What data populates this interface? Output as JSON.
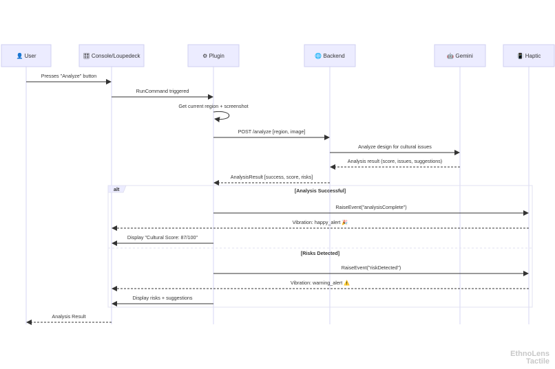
{
  "colors": {
    "actor_fill": "#ececff",
    "actor_stroke": "#cfcff0",
    "lifeline": "#d6d6f5",
    "line": "#333333",
    "alt_border": "#e0e0f0",
    "alt_label_fill": "#ececff",
    "watermark": "#c8c8c8"
  },
  "actors": [
    {
      "id": "user",
      "icon": "👤",
      "label": "User"
    },
    {
      "id": "console",
      "icon": "🎛",
      "label": "Console/Loupedeck"
    },
    {
      "id": "plugin",
      "icon": "⚙",
      "label": "Plugin"
    },
    {
      "id": "backend",
      "icon": "🌐",
      "label": "Backend"
    },
    {
      "id": "gemini",
      "icon": "🤖",
      "label": "Gemini"
    },
    {
      "id": "haptic",
      "icon": "📳",
      "label": "Haptic"
    }
  ],
  "messages": [
    {
      "id": "m1",
      "from": "user",
      "to": "console",
      "text": "Presses \"Analyze\" button",
      "dashed": false
    },
    {
      "id": "m2",
      "from": "console",
      "to": "plugin",
      "text": "RunCommand triggered",
      "dashed": false
    },
    {
      "id": "m3",
      "from": "plugin",
      "to": "plugin",
      "text": "Get current region + screenshot",
      "dashed": false,
      "self": true
    },
    {
      "id": "m4",
      "from": "plugin",
      "to": "backend",
      "text": "POST /analyze [region, image]",
      "dashed": false
    },
    {
      "id": "m5",
      "from": "backend",
      "to": "gemini",
      "text": "Analyze design for cultural issues",
      "dashed": false
    },
    {
      "id": "m6",
      "from": "gemini",
      "to": "backend",
      "text": "Analysis result (score, issues, suggestions)",
      "dashed": true
    },
    {
      "id": "m7",
      "from": "backend",
      "to": "plugin",
      "text": "AnalysisResult [success, score, risks]",
      "dashed": true
    },
    {
      "id": "m8",
      "from": "plugin",
      "to": "haptic",
      "text": "RaiseEvent(\"analysisComplete\")",
      "dashed": false
    },
    {
      "id": "m9",
      "from": "haptic",
      "to": "console",
      "text": "Vibration: happy_alert 🎉",
      "dashed": true
    },
    {
      "id": "m10",
      "from": "plugin",
      "to": "console",
      "text": "Display \"Cultural Score: 87/100\"",
      "dashed": false
    },
    {
      "id": "m11",
      "from": "plugin",
      "to": "haptic",
      "text": "RaiseEvent(\"riskDetected\")",
      "dashed": false
    },
    {
      "id": "m12",
      "from": "haptic",
      "to": "console",
      "text": "Vibration: warning_alert ⚠️",
      "dashed": true
    },
    {
      "id": "m13",
      "from": "plugin",
      "to": "console",
      "text": "Display risks + suggestions",
      "dashed": false
    },
    {
      "id": "m14",
      "from": "console",
      "to": "user",
      "text": "Analysis Result",
      "dashed": true
    }
  ],
  "alt_block": {
    "label": "alt",
    "sections": [
      "[Analysis Successful]",
      "[Risks Detected]"
    ]
  },
  "watermark": {
    "line1": "EthnoLens",
    "line2": "Tactile"
  }
}
